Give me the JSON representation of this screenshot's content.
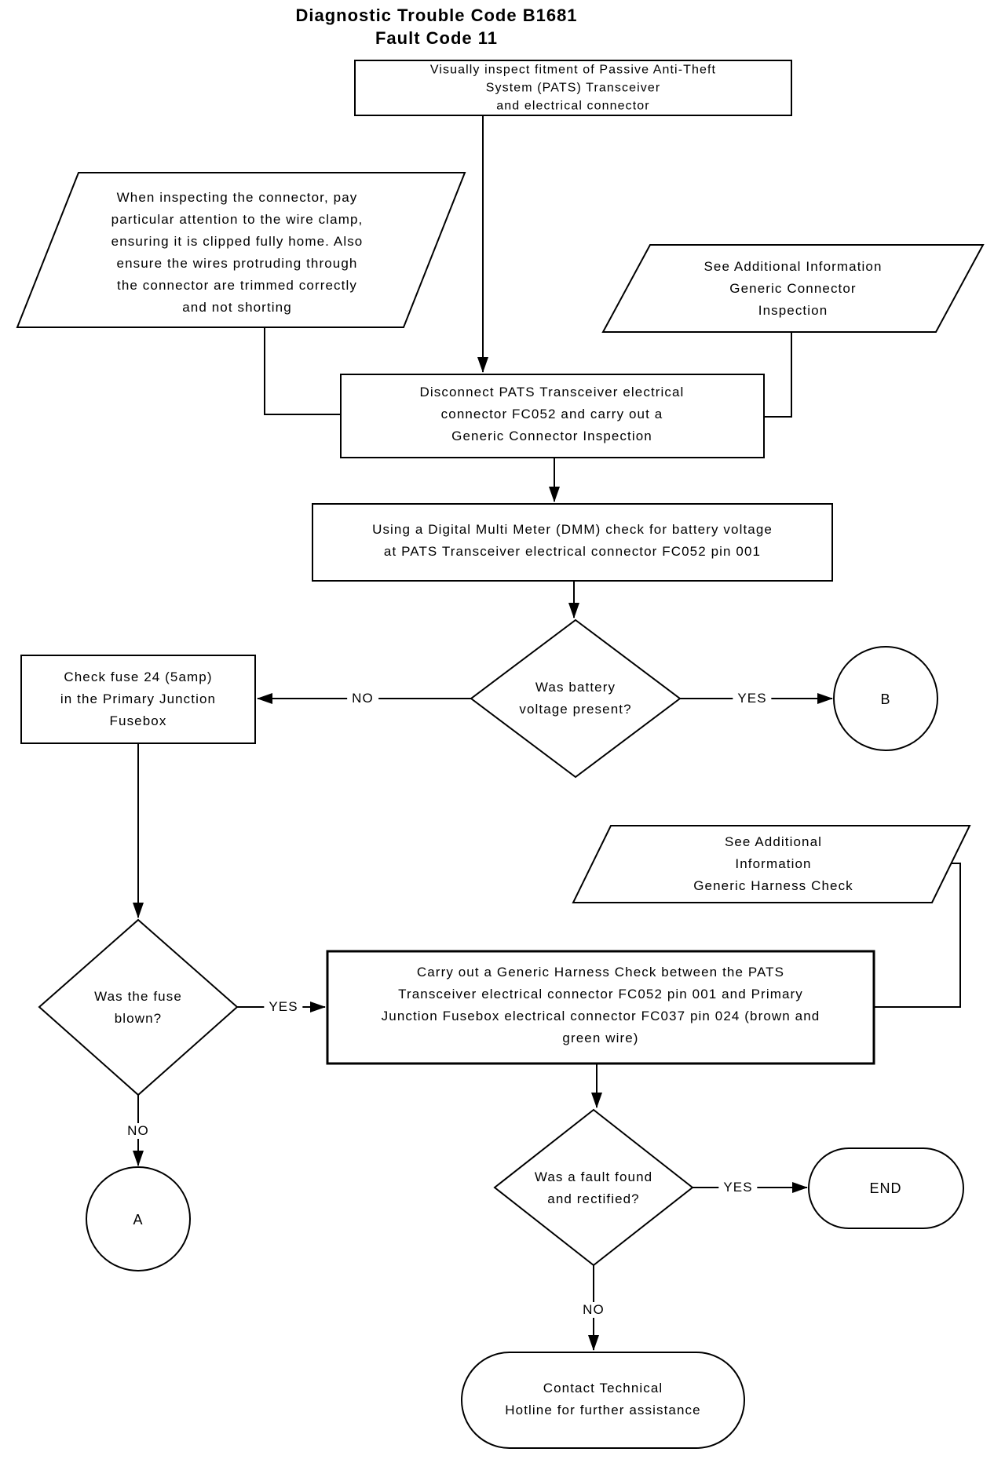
{
  "title": "Diagnostic Trouble Code B1681\nFault Code 11",
  "nodes": {
    "inspect_fitment": {
      "type": "process",
      "text": "Visually inspect fitment of Passive Anti-Theft\nSystem (PATS) Transceiver\nand electrical connector"
    },
    "wire_clamp_note": {
      "type": "reference",
      "text": "When inspecting the connector, pay\nparticular attention to the wire clamp,\nensuring it is clipped fully home. Also\nensure the wires protruding through\nthe connector are trimmed correctly\nand not shorting"
    },
    "connector_inspection_ref": {
      "type": "reference",
      "text": "See Additional Information\nGeneric Connector\nInspection"
    },
    "disconnect_connector": {
      "type": "process",
      "text": "Disconnect PATS Transceiver electrical\nconnector FC052 and carry out a\nGeneric Connector Inspection"
    },
    "dmm_check": {
      "type": "process",
      "text": "Using a Digital Multi Meter (DMM) check for battery voltage\nat PATS Transceiver electrical connector FC052 pin 001"
    },
    "battery_voltage_decision": {
      "type": "decision",
      "text": "Was battery\nvoltage present?"
    },
    "check_fuse": {
      "type": "process",
      "text": "Check fuse 24 (5amp)\nin the Primary Junction\nFusebox"
    },
    "offpage_b": {
      "type": "connector",
      "text": "B"
    },
    "harness_check_ref": {
      "type": "reference",
      "text": "See Additional\nInformation\nGeneric Harness Check"
    },
    "fuse_blown_decision": {
      "type": "decision",
      "text": "Was the fuse\nblown?"
    },
    "harness_check": {
      "type": "process",
      "text": "Carry out a Generic Harness Check between the PATS\nTransceiver electrical connector FC052 pin 001 and Primary\nJunction Fusebox electrical connector FC037 pin 024 (brown and\ngreen wire)"
    },
    "offpage_a": {
      "type": "connector",
      "text": "A"
    },
    "fault_found_decision": {
      "type": "decision",
      "text": "Was a fault found\nand rectified?"
    },
    "end_terminal": {
      "type": "terminator",
      "text": "END"
    },
    "contact_hotline": {
      "type": "terminator",
      "text": "Contact Technical\nHotline for further assistance"
    }
  },
  "edge_labels": {
    "battery_no": "NO",
    "battery_yes": "YES",
    "fuse_yes": "YES",
    "fuse_no": "NO",
    "fault_yes": "YES",
    "fault_no": "NO"
  },
  "colors": {
    "line": "#000000",
    "shape_fill": "#ffffff",
    "text": "#000000",
    "background": "#ffffff"
  }
}
